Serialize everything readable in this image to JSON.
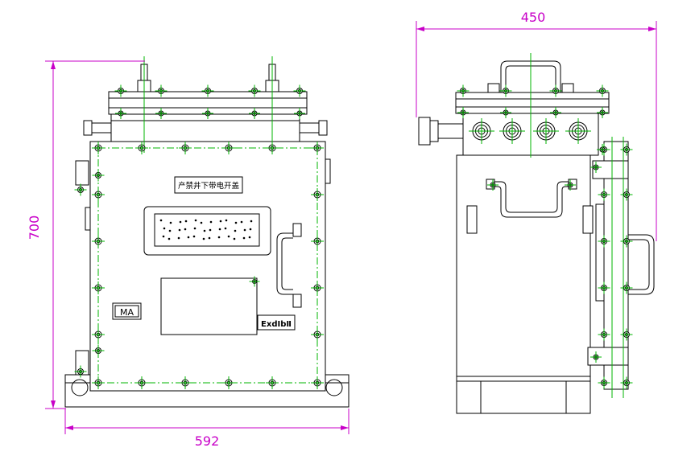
{
  "dimensions": {
    "top_width": "450",
    "left_height": "700",
    "bottom_width": "592"
  },
  "labels": {
    "nameplate": "产禁井下带电开盖",
    "ex_mark": "ExdⅠbⅡ",
    "ma_mark": "MA"
  },
  "colors": {
    "outline": "#000000",
    "centerline": "#00b400",
    "dimension": "#c800c8"
  }
}
